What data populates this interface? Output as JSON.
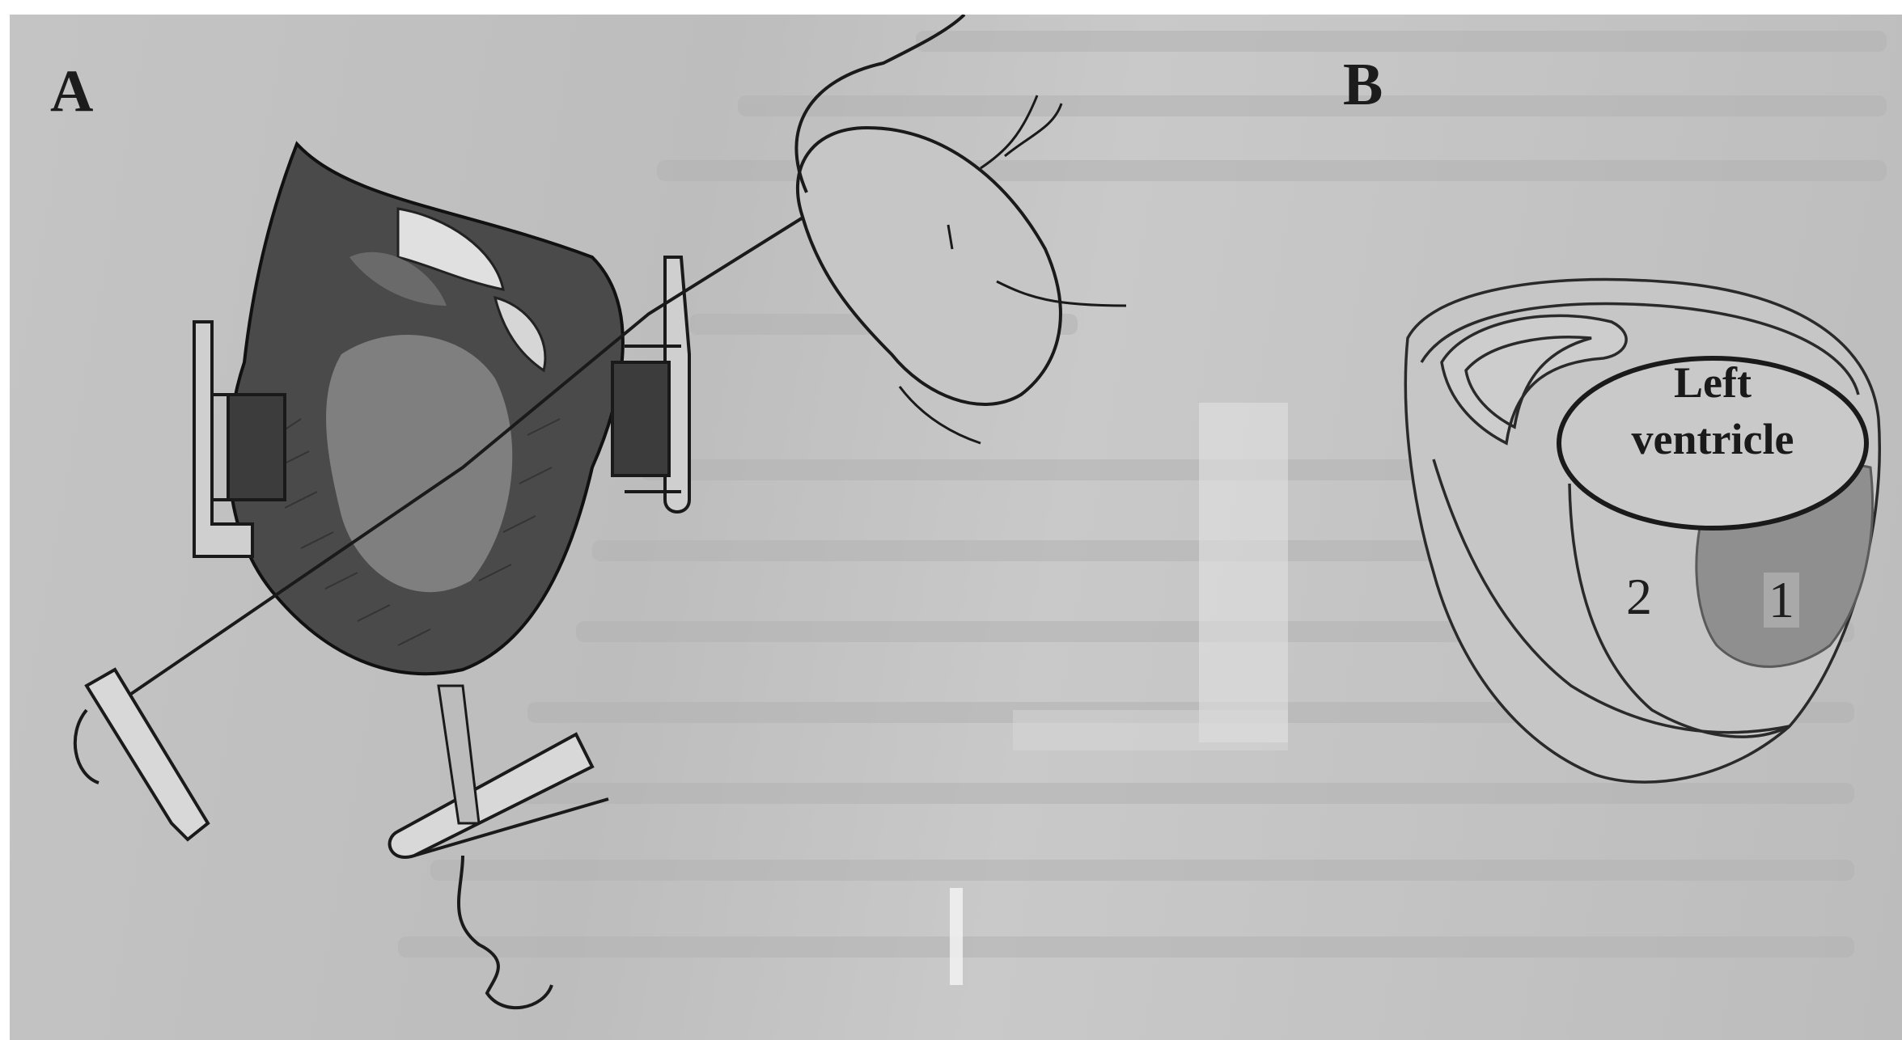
{
  "panels": {
    "a": {
      "label": "A"
    },
    "b": {
      "label": "B",
      "ventricle_lines": [
        "Left",
        "ventricle"
      ],
      "zone_1": "1",
      "zone_2": "2"
    }
  },
  "colors": {
    "background": "#c2c2c2",
    "ink": "#1c1c1c",
    "zone_1_fill": "#8f8f8f",
    "ventricle_fill": "#c9c9c9"
  }
}
